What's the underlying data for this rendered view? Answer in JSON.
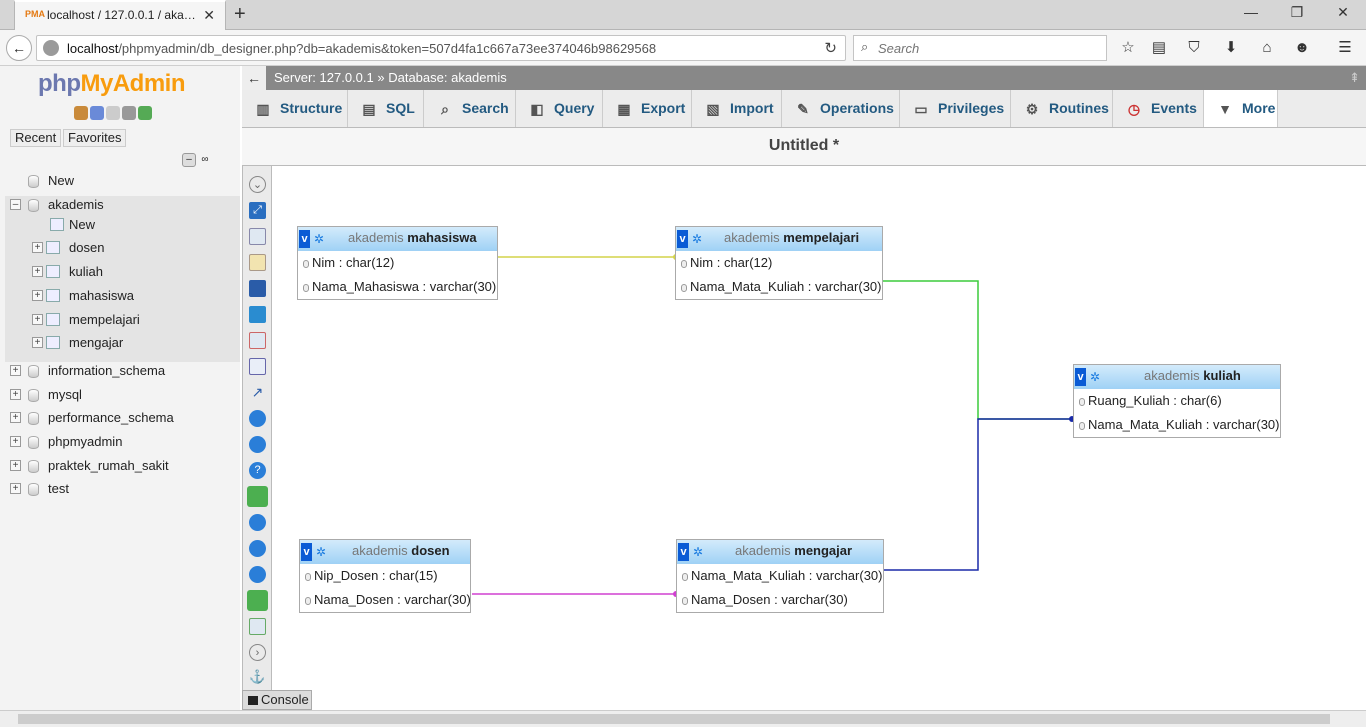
{
  "browser": {
    "tab_title": "localhost / 127.0.0.1 / aka…",
    "favicon_text": "PMA",
    "url_prefix": "localhost",
    "url_rest": "/phpmyadmin/db_designer.php?db=akademis&token=507d4fa1c667a73ee374046b98629568",
    "search_placeholder": "Search"
  },
  "sidebar": {
    "logo_php": "php",
    "logo_myadmin": "MyAdmin",
    "recent_label": "Recent",
    "favorites_label": "Favorites",
    "tree": {
      "new_top": "New",
      "akademis": "akademis",
      "akademis_new": "New",
      "dosen": "dosen",
      "kuliah": "kuliah",
      "mahasiswa": "mahasiswa",
      "mempelajari": "mempelajari",
      "mengajar": "mengajar",
      "information_schema": "information_schema",
      "mysql": "mysql",
      "performance_schema": "performance_schema",
      "phpmyadmin": "phpmyadmin",
      "praktek_rumah_sakit": "praktek_rumah_sakit",
      "test": "test"
    }
  },
  "breadcrumb": {
    "server": "Server: 127.0.0.1",
    "separator": "»",
    "database": "Database: akademis"
  },
  "menu": {
    "structure": "Structure",
    "sql": "SQL",
    "search": "Search",
    "query": "Query",
    "export": "Export",
    "import": "Import",
    "operations": "Operations",
    "privileges": "Privileges",
    "routines": "Routines",
    "events": "Events",
    "more": "More"
  },
  "designer": {
    "title": "Untitled *",
    "console_label": "Console",
    "tables": {
      "mahasiswa": {
        "db": "akademis",
        "name": "mahasiswa",
        "cols": [
          "Nim : char(12)",
          "Nama_Mahasiswa : varchar(30)"
        ]
      },
      "mempelajari": {
        "db": "akademis",
        "name": "mempelajari",
        "cols": [
          "Nim : char(12)",
          "Nama_Mata_Kuliah : varchar(30)"
        ]
      },
      "kuliah": {
        "db": "akademis",
        "name": "kuliah",
        "cols": [
          "Ruang_Kuliah : char(6)",
          "Nama_Mata_Kuliah : varchar(30)"
        ]
      },
      "dosen": {
        "db": "akademis",
        "name": "dosen",
        "cols": [
          "Nip_Dosen : char(15)",
          "Nama_Dosen : varchar(30)"
        ]
      },
      "mengajar": {
        "db": "akademis",
        "name": "mengajar",
        "cols": [
          "Nama_Mata_Kuliah : varchar(30)",
          "Nama_Dosen : varchar(30)"
        ]
      }
    },
    "relation_colors": {
      "mahasiswa_mempelajari": "#d4d44a",
      "mempelajari_kuliah": "#3ccc3c",
      "mengajar_kuliah": "#1a2aa8",
      "dosen_mengajar": "#d040d0"
    }
  }
}
